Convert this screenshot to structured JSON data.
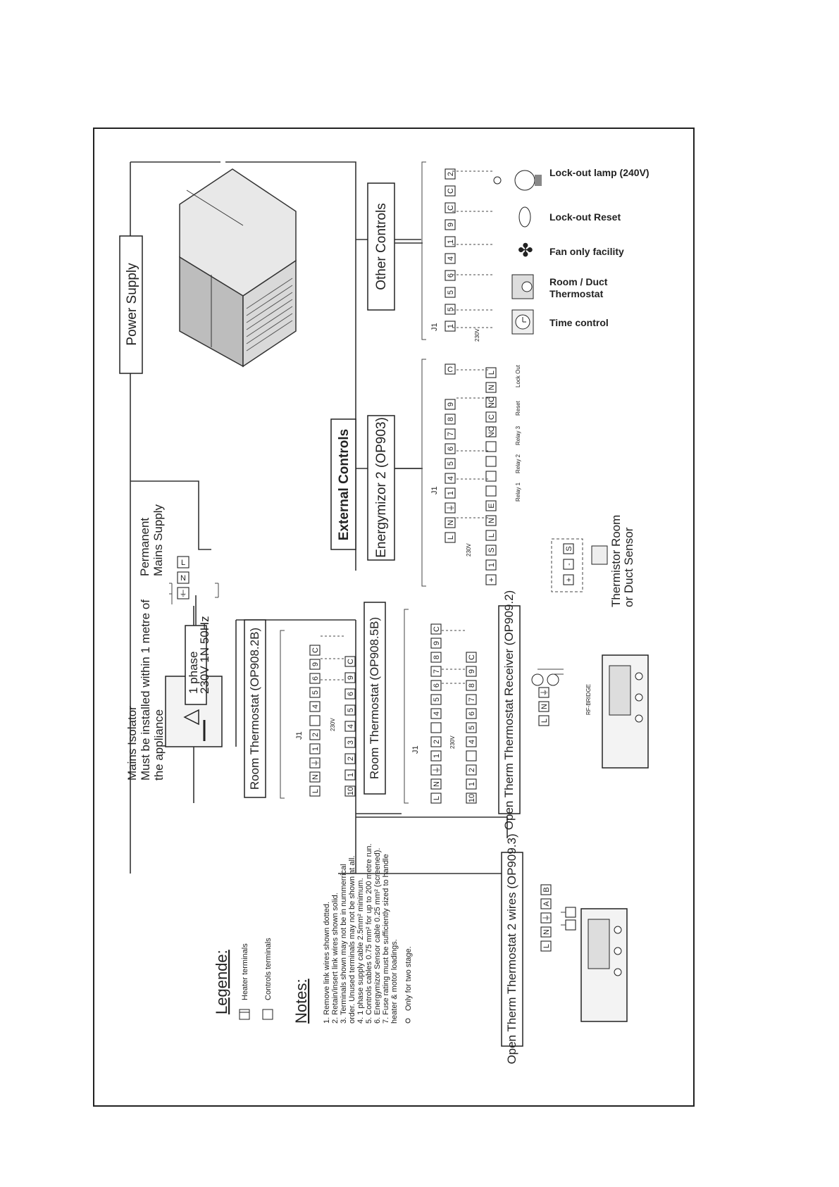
{
  "power_supply": "Power Supply",
  "external_controls": "External Controls",
  "other_controls": "Other Controls",
  "energymizor": "Energymizor 2 (OP903)",
  "room_thermostat_2b": "Room Thermostat (OP908.2B)",
  "room_thermostat_5b": "Room Thermostat (OP908.5B)",
  "ot_receiver": "Open Therm Thermostat Receiver (OP909.2)",
  "ot_2wires": "Open Therm Thermostat 2 wires (OP909.3)",
  "mains_isolator": [
    "Mains Isolator",
    "Must be installed within 1 metre of",
    "the appliance"
  ],
  "one_phase": [
    "1 phase",
    "230V 1N 50Hz"
  ],
  "permanent_supply": [
    "Permanent",
    "Mains Supply"
  ],
  "thermistor": [
    "Thermistor Room",
    "or Duct Sensor"
  ],
  "other_items": {
    "lockout_lamp": "Lock-out lamp (240V)",
    "lockout_reset": "Lock-out Reset",
    "fan_only": "Fan only facility",
    "room_duct_1": "Room / Duct",
    "room_duct_2": "Thermostat",
    "time_control": "Time control"
  },
  "relays": [
    "Relay 1",
    "Relay 2",
    "Relay 3",
    "Reset",
    "Lock Out"
  ],
  "rf_bridge": "RF-BRIDGE",
  "j1": "J1",
  "v230": "230V",
  "legend": {
    "title": "Legende:",
    "heater": "Heater terminals",
    "controls": "Controls terminals"
  },
  "notes": {
    "title": "Notes:",
    "items": [
      "1.  Remove link wires shown dotted.",
      "2.  Retain/insert link wires shown solid.",
      "3.  Terminals shown may not be in nummerrical",
      "     order. Unused terminals may not be shown at all.",
      "4.  1 phase supply cable 2.5mm² minimum.",
      "5.  Controls cables 0.75 mm² for up to 200 metre run.",
      "6.  Energymizor Sensor cable 0.25 mm² (screened).",
      "7.  Fuse rating must be sufficiently sized to handle",
      "     heater & motor loadings."
    ],
    "stage": "Only for two stage."
  },
  "terminals": {
    "mains": [
      "L",
      "N",
      "⏚"
    ],
    "rt2b_a": [
      "L",
      "N",
      "⏚",
      "1",
      "2",
      "",
      "4",
      "5",
      "6",
      "9",
      "C"
    ],
    "rt2b_b": [
      "10",
      "1",
      "2",
      "3",
      "4",
      "5",
      "6",
      "9",
      "C"
    ],
    "rt5b_a": [
      "L",
      "N",
      "⏚",
      "1",
      "2",
      "",
      "4",
      "5",
      "6",
      "7",
      "8",
      "9",
      "C"
    ],
    "rt5b_b": [
      "10",
      "1",
      "2",
      "",
      "4",
      "5",
      "6",
      "7",
      "8",
      "9",
      "C"
    ],
    "em_a": [
      "L",
      "N",
      "⏚",
      "1",
      "4",
      "5",
      "6",
      "7",
      "8",
      "9"
    ],
    "em_c": "C",
    "em_b": [
      "+",
      "1",
      "S",
      "L",
      "N",
      "E",
      "",
      "",
      "",
      "",
      "NO",
      "C",
      "NC",
      "N",
      "L"
    ],
    "sensor": [
      "+",
      "-",
      "S"
    ],
    "other": [
      "1",
      "5",
      "5",
      "6",
      "4",
      "1",
      "9",
      "C",
      "C",
      "2"
    ],
    "receiver": [
      "L",
      "N",
      "⏚"
    ],
    "ot2": [
      "L",
      "N",
      "⏚",
      "A",
      "B"
    ]
  }
}
